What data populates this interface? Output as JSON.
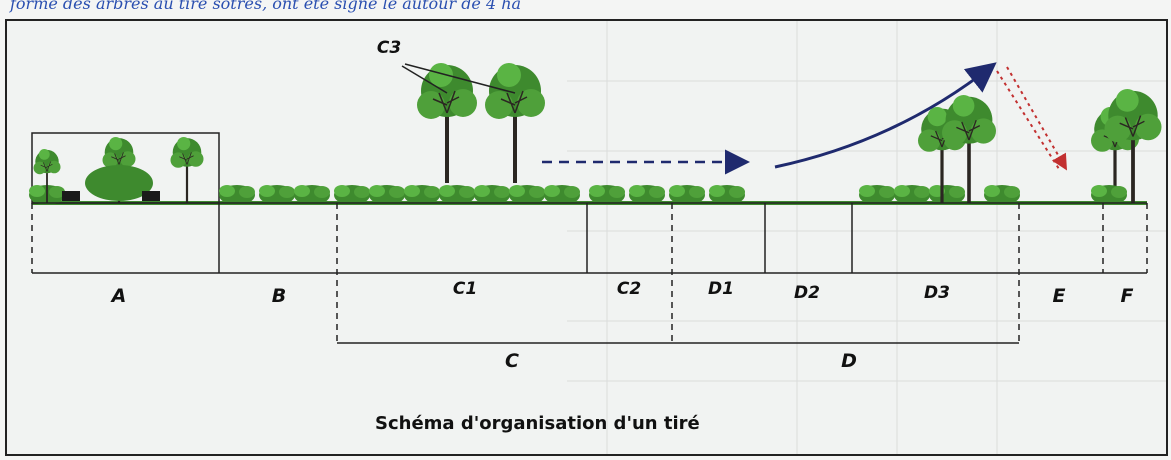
{
  "header_fragment": "forme des arbres au tiré sotrés, ont été signé lé autour de 4 ha",
  "caption": "Schéma d'organisation d'un tiré",
  "labels": {
    "A": "A",
    "B": "B",
    "C": "C",
    "D": "D",
    "E": "E",
    "F": "F",
    "C1": "C1",
    "C2": "C2",
    "C3": "C3",
    "D1": "D1",
    "D2": "D2",
    "D3": "D3"
  },
  "colors": {
    "vegetation": "#3e8a2e",
    "trunk": "#2b2622",
    "arrow_solid": "#1f2a6e",
    "arrow_dashed": "#1f2a6e",
    "arrow_red_dotted": "#c23030"
  }
}
